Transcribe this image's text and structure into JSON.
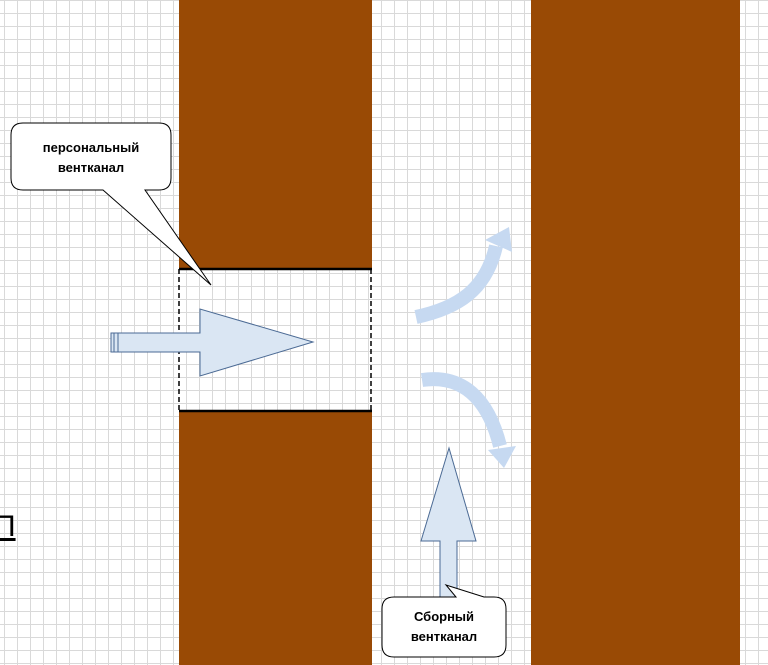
{
  "callouts": {
    "personal": {
      "line1": "персональный",
      "line2": "вентканал"
    },
    "collective": {
      "line1": "Сборный",
      "line2": "вентканал"
    }
  },
  "edge_glyph": "П",
  "colors": {
    "wall": "#994a05",
    "arrow_fill": "#dae6f3",
    "arrow_stroke": "#4b6a94",
    "flow": "#c6d9f1",
    "grid": "#d9d9d9"
  }
}
